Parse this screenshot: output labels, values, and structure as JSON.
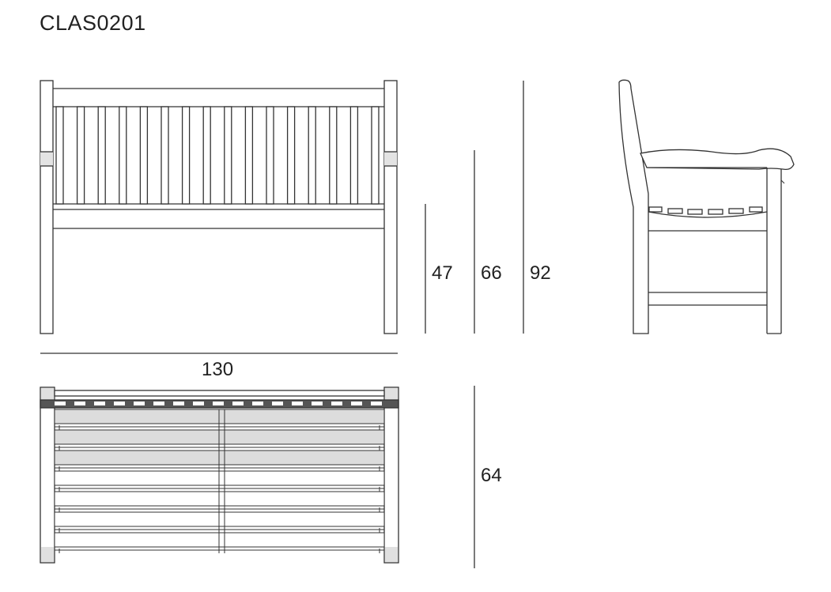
{
  "product": {
    "code": "CLAS0201"
  },
  "dimensions": {
    "seat_height": "47",
    "arm_height": "66",
    "total_height": "92",
    "width": "130",
    "depth": "64"
  },
  "colors": {
    "line": "#333333",
    "shade": "#d9d9d9",
    "background": "#ffffff"
  }
}
